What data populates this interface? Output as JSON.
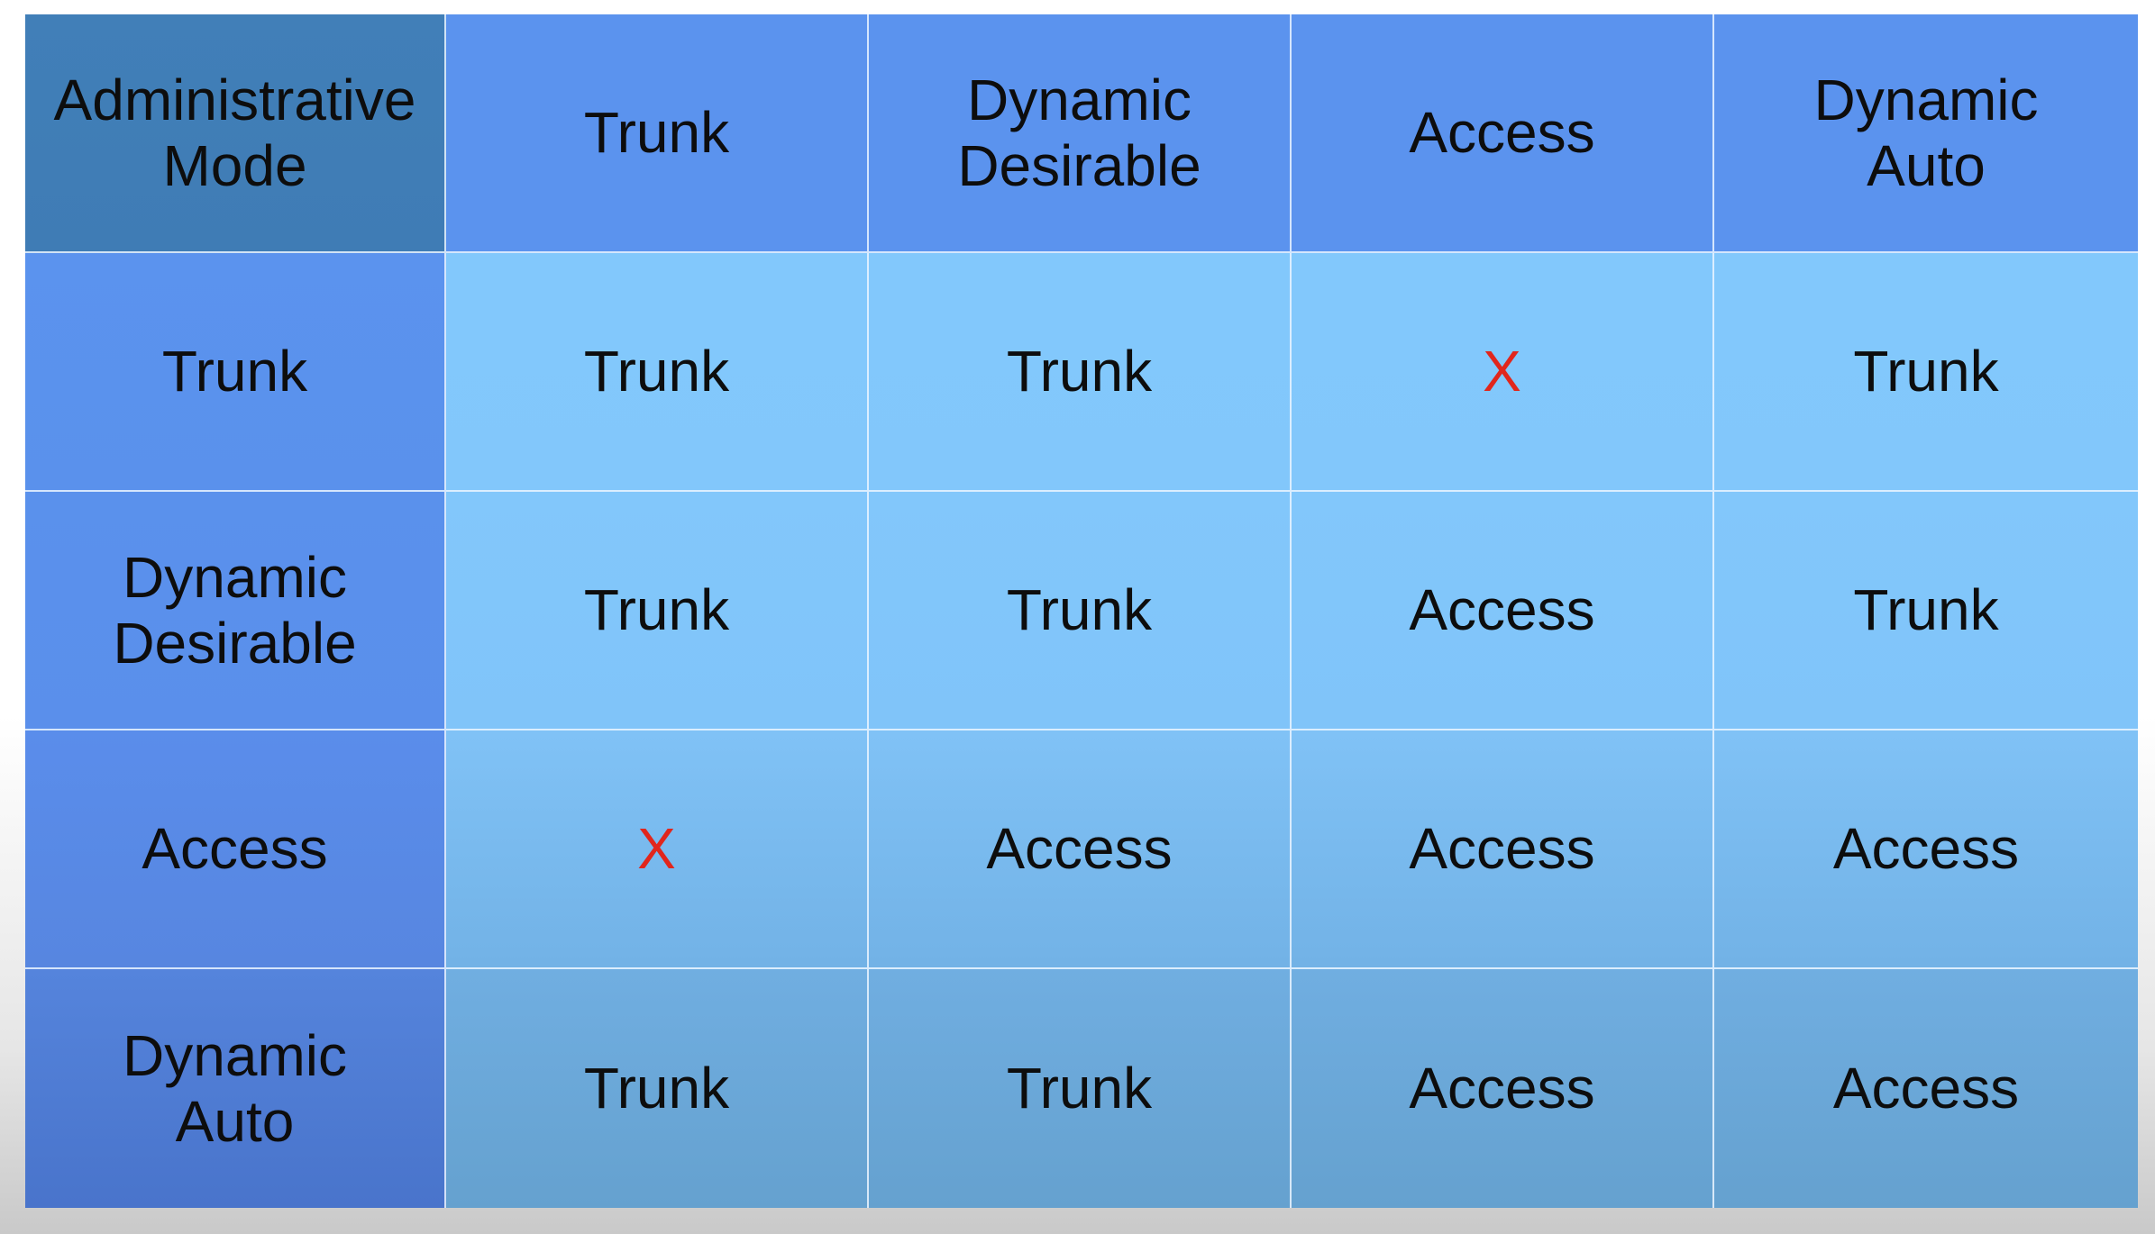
{
  "table": {
    "corner_label": "Administrative\nMode",
    "column_headers": [
      "Trunk",
      "Dynamic\nDesirable",
      "Access",
      "Dynamic\nAuto"
    ],
    "rows": [
      {
        "header": "Trunk",
        "cells": [
          "Trunk",
          "Trunk",
          "X",
          "Trunk"
        ]
      },
      {
        "header": "Dynamic\nDesirable",
        "cells": [
          "Trunk",
          "Trunk",
          "Access",
          "Trunk"
        ]
      },
      {
        "header": "Access",
        "cells": [
          "X",
          "Access",
          "Access",
          "Access"
        ]
      },
      {
        "header": "Dynamic\nAuto",
        "cells": [
          "Trunk",
          "Trunk",
          "Access",
          "Access"
        ]
      }
    ]
  },
  "colors": {
    "corner_header": "#417fb8",
    "column_header": "#5b93ee",
    "body_cell": "#82c8fc",
    "x_mark": "#e1261c",
    "text": "#0d0d0d"
  }
}
